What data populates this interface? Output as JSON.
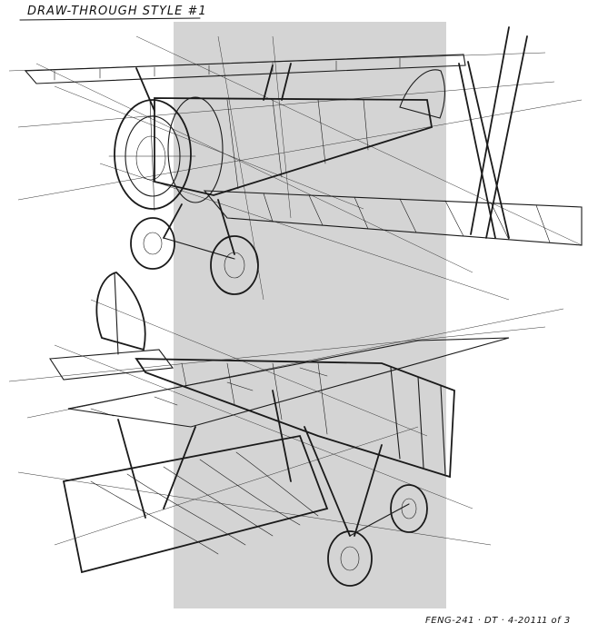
{
  "title": "DRAW-THROUGH STYLE #1",
  "signature": "FENG-241 · DT · 4-2011",
  "page_indicator": "1 of 3",
  "colors": {
    "paper": "#ffffff",
    "ink": "#1a1a1a",
    "gray_panel": "#d4d4d4"
  }
}
